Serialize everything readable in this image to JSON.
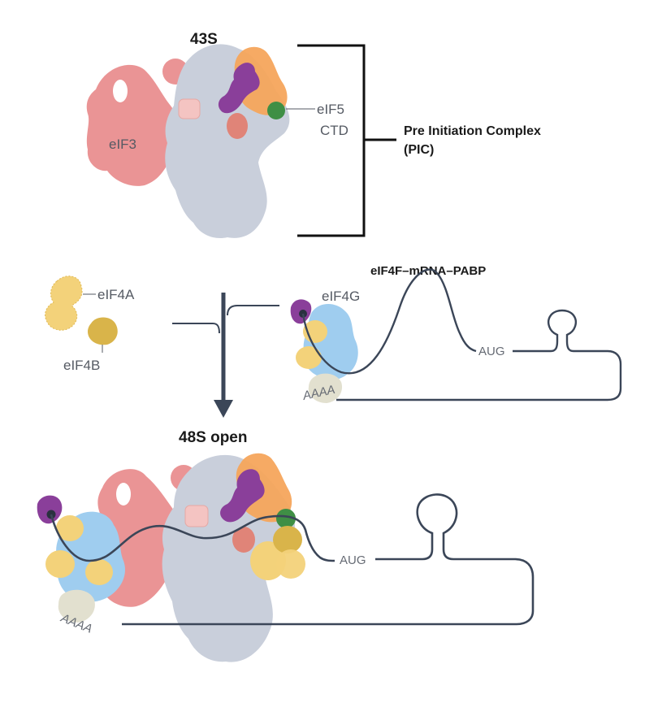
{
  "labels": {
    "s43": "43S",
    "eif3": "eIF3",
    "eif5": "eIF5",
    "ctd": "CTD",
    "pic_line1": "Pre Initiation Complex",
    "pic_line2": "(PIC)",
    "eif4f_complex": "eIF4F–mRNA–PABP",
    "eif4a": "eIF4A",
    "eif4b": "eIF4B",
    "eif4g": "eIF4G",
    "aug_top": "AUG",
    "aaaa_top": "AAAA",
    "s48_open": "48S open",
    "aug_bottom": "AUG",
    "aaaa_bottom": "AAAA"
  },
  "colors": {
    "ribosome": "#c9cfdb",
    "eif3": "#e8888a",
    "eif1a_salmon": "#e08478",
    "pink_square": "#f4c4c2",
    "orange": "#f5a55c",
    "purple": "#8a3f9a",
    "green": "#3f8f45",
    "yellow": "#f3d27a",
    "gold": "#d9b44a",
    "blue": "#9fcdef",
    "pabp": "#e2e0cf",
    "mrna": "#3b4658",
    "arrow": "#3b4658"
  }
}
